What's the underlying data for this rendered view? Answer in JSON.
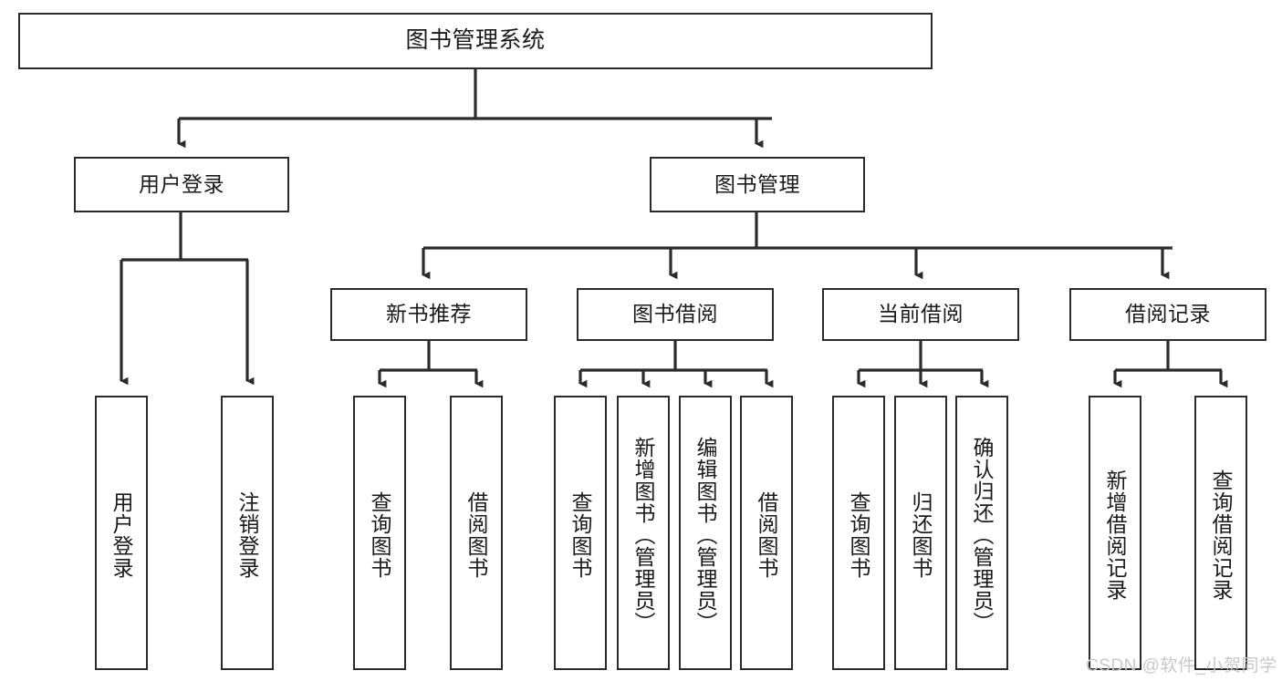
{
  "diagram": {
    "title": "图书管理系统",
    "type": "tree",
    "watermark": "CSDN @软件_小贺同学",
    "colors": {
      "box_border": "#2b2b2b",
      "box_fill": "#ffffff",
      "connector": "#2b2b2b",
      "text": "#1a1a1a",
      "watermark": "#c9c9c9",
      "background": "#ffffff"
    },
    "root": {
      "id": "root",
      "label": "图书管理系统"
    },
    "level1": [
      {
        "id": "user-login",
        "label": "用户登录"
      },
      {
        "id": "book-manage",
        "label": "图书管理"
      }
    ],
    "level2": [
      {
        "id": "new-book-recommend",
        "label": "新书推荐",
        "parent": "book-manage"
      },
      {
        "id": "book-borrow",
        "label": "图书借阅",
        "parent": "book-manage"
      },
      {
        "id": "current-borrow",
        "label": "当前借阅",
        "parent": "book-manage"
      },
      {
        "id": "borrow-record",
        "label": "借阅记录",
        "parent": "book-manage"
      }
    ],
    "leaves": [
      {
        "id": "leaf-user-login",
        "label": "用户登录",
        "parent": "user-login"
      },
      {
        "id": "leaf-logout-login",
        "label": "注销登录",
        "parent": "user-login"
      },
      {
        "id": "leaf-query-book-1",
        "label": "查询图书",
        "parent": "new-book-recommend"
      },
      {
        "id": "leaf-borrow-book-1",
        "label": "借阅图书",
        "parent": "new-book-recommend"
      },
      {
        "id": "leaf-query-book-2",
        "label": "查询图书",
        "parent": "book-borrow"
      },
      {
        "id": "leaf-add-book",
        "label": "新增图书（管理员）",
        "parent": "book-borrow"
      },
      {
        "id": "leaf-edit-book",
        "label": "编辑图书（管理员）",
        "parent": "book-borrow"
      },
      {
        "id": "leaf-borrow-book-2",
        "label": "借阅图书",
        "parent": "book-borrow"
      },
      {
        "id": "leaf-query-book-3",
        "label": "查询图书",
        "parent": "current-borrow"
      },
      {
        "id": "leaf-return-book",
        "label": "归还图书",
        "parent": "current-borrow"
      },
      {
        "id": "leaf-confirm-return",
        "label": "确认归还（管理员）",
        "parent": "current-borrow"
      },
      {
        "id": "leaf-add-record",
        "label": "新增借阅记录",
        "parent": "borrow-record"
      },
      {
        "id": "leaf-query-record",
        "label": "查询借阅记录",
        "parent": "borrow-record"
      }
    ]
  }
}
